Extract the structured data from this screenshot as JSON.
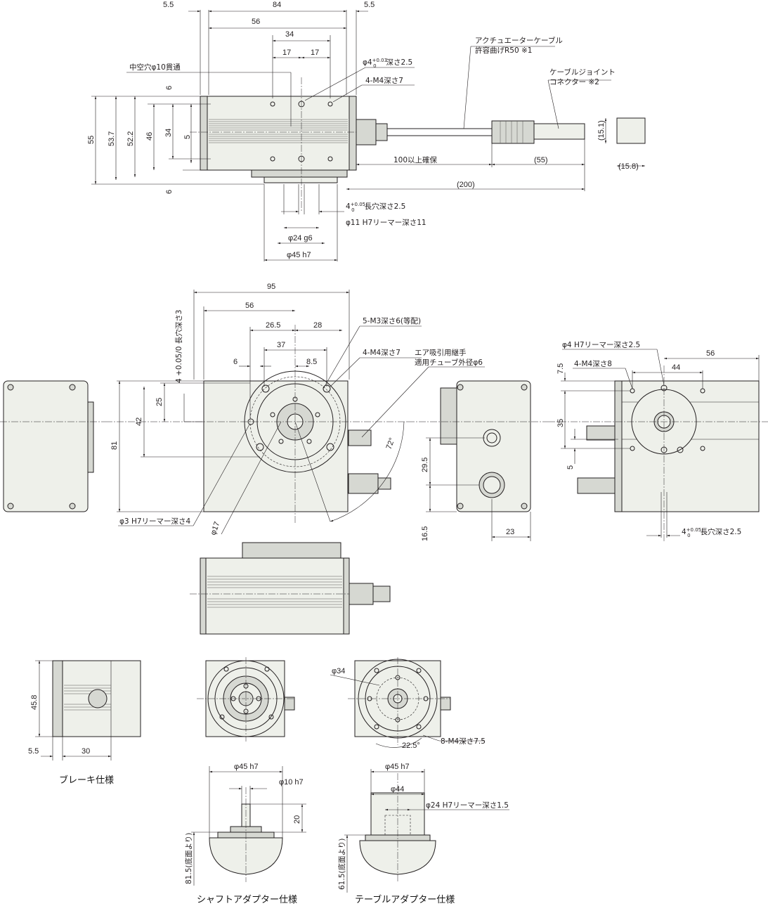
{
  "top_view": {
    "d_5_5_left": "5.5",
    "d_84": "84",
    "d_5_5_right": "5.5",
    "d_56": "56",
    "d_34": "34",
    "d_17a": "17",
    "d_17b": "17",
    "phi4_label": "φ4",
    "phi4_tol_upper": "+0.03",
    "phi4_tol_lower": "0",
    "phi4_depth": "深さ2.5",
    "hollow_label": "中空穴φ10貫通",
    "m4_label": "4-M4深さ7",
    "cable_label_1": "アクチュエーターケーブル",
    "cable_label_2": "許容曲げR50 ※1",
    "connector_label_1": "ケーブルジョイント",
    "connector_label_2": "コネクター ※2",
    "d_55": "55",
    "d_53_7": "53.7",
    "d_52_2": "52.2",
    "d_46": "46",
    "d_34_v": "34",
    "d_6_top": "6",
    "d_5": "5",
    "d_6_bottom": "6",
    "d_15_1": "(15.1)",
    "d_15_8": "(15.8)",
    "d_100": "100以上確保",
    "d_55_paren": "(55)",
    "d_200": "(200)",
    "slot_label": "4",
    "slot_tol_upper": "+0.05",
    "slot_tol_lower": "0",
    "slot_rest": "長穴深さ2.5",
    "reamer11_label": "φ11 H7リーマー深さ11",
    "d_phi24": "φ24 g6",
    "d_phi45": "φ45 h7"
  },
  "front_view": {
    "d_95": "95",
    "d_56": "56",
    "d_26_5": "26.5",
    "d_28": "28",
    "d_37": "37",
    "d_6": "6",
    "d_8_5": "8.5",
    "m3_label": "5-M3深さ6(等配)",
    "m4_label": "4-M4深さ7",
    "air_label_1": "エア吸引用継手",
    "air_label_2": "適用チューブ外径φ6",
    "slot_vertical": "4 +0.05/0 長穴深さ3",
    "d_25": "25",
    "d_42": "42",
    "d_81": "81",
    "d_72deg": "72°",
    "reamer3_label": "φ3 H7リーマー深さ4",
    "d_phi17": "φ17"
  },
  "side_view": {
    "d_29_5": "29.5",
    "d_16_5": "16.5",
    "d_23": "23"
  },
  "right_view": {
    "reamer4_label": "φ4 H7リーマー深さ2.5",
    "d_56": "56",
    "d_7_5": "7.5",
    "m4_label": "4-M4深さ8",
    "d_44": "44",
    "d_35": "35",
    "d_5": "5",
    "slot_label": "4",
    "slot_tol_upper": "+0.05",
    "slot_tol_lower": "0",
    "slot_rest": "長穴深さ2.5"
  },
  "brake_view": {
    "d_45_8": "45.8",
    "d_5_5": "5.5",
    "d_30": "30",
    "caption": "ブレーキ仕様"
  },
  "adapter_views": {
    "d_phi34": "φ34",
    "d_22_5deg": "22.5°",
    "m4_label": "8-M4深さ7.5"
  },
  "shaft_adapter": {
    "d_phi45": "φ45 h7",
    "d_phi10": "φ10 h7",
    "d_20": "20",
    "d_81_5": "81.5(底面より)",
    "caption": "シャフトアダプター仕様"
  },
  "table_adapter": {
    "d_phi45": "φ45 h7",
    "d_phi44": "φ44",
    "reamer24_label": "φ24 H7リーマー深さ1.5",
    "d_61_5": "61.5(底面より)",
    "caption": "テーブルアダプター仕様"
  }
}
